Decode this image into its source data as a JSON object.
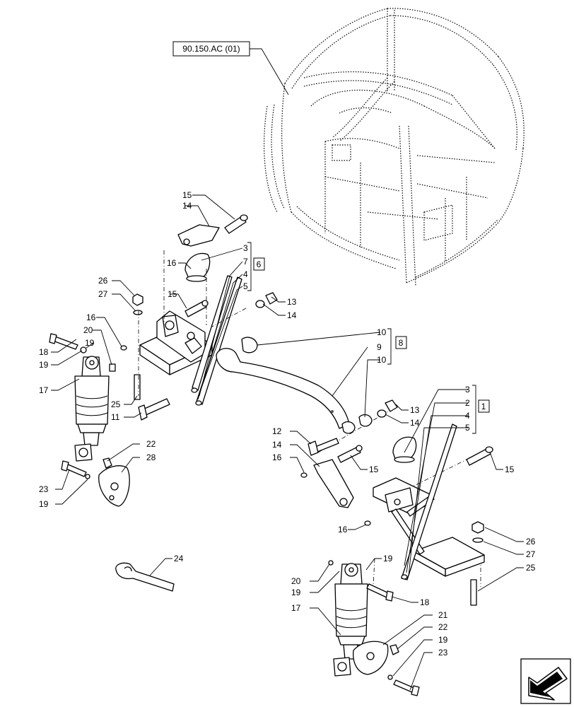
{
  "reference": {
    "text": "90.150.AC (01)"
  },
  "kits": {
    "k6": "6",
    "k8": "8",
    "k1": "1"
  },
  "callouts": {
    "c15a": "15",
    "c14a": "14",
    "c16a": "16",
    "c3a": "3",
    "c7a": "7",
    "c4a": "4",
    "c5a": "5",
    "c26a": "26",
    "c27a": "27",
    "c15b": "15",
    "c13a": "13",
    "c14b": "14",
    "c16b": "16",
    "c20a": "20",
    "c19a": "19",
    "c18a": "18",
    "c19b": "19",
    "c17a": "17",
    "c10a": "10",
    "c9a": "9",
    "c10b": "10",
    "c25a": "25",
    "c11a": "11",
    "c3b": "3",
    "c2b": "2",
    "c4b": "4",
    "c5b": "5",
    "c13b": "13",
    "c14c": "14",
    "c12a": "12",
    "c14d": "14",
    "c16c": "16",
    "c15c": "15",
    "c15d": "15",
    "c22a": "22",
    "c28a": "28",
    "c23a": "23",
    "c19c": "19",
    "c16d": "16",
    "c26b": "26",
    "c27b": "27",
    "c25b": "25",
    "c24a": "24",
    "c19d": "19",
    "c20b": "20",
    "c19e": "19",
    "c18b": "18",
    "c17b": "17",
    "c21a": "21",
    "c22b": "22",
    "c19f": "19",
    "c23b": "23"
  },
  "icons": {
    "nav": "arrow-navigation-icon"
  }
}
